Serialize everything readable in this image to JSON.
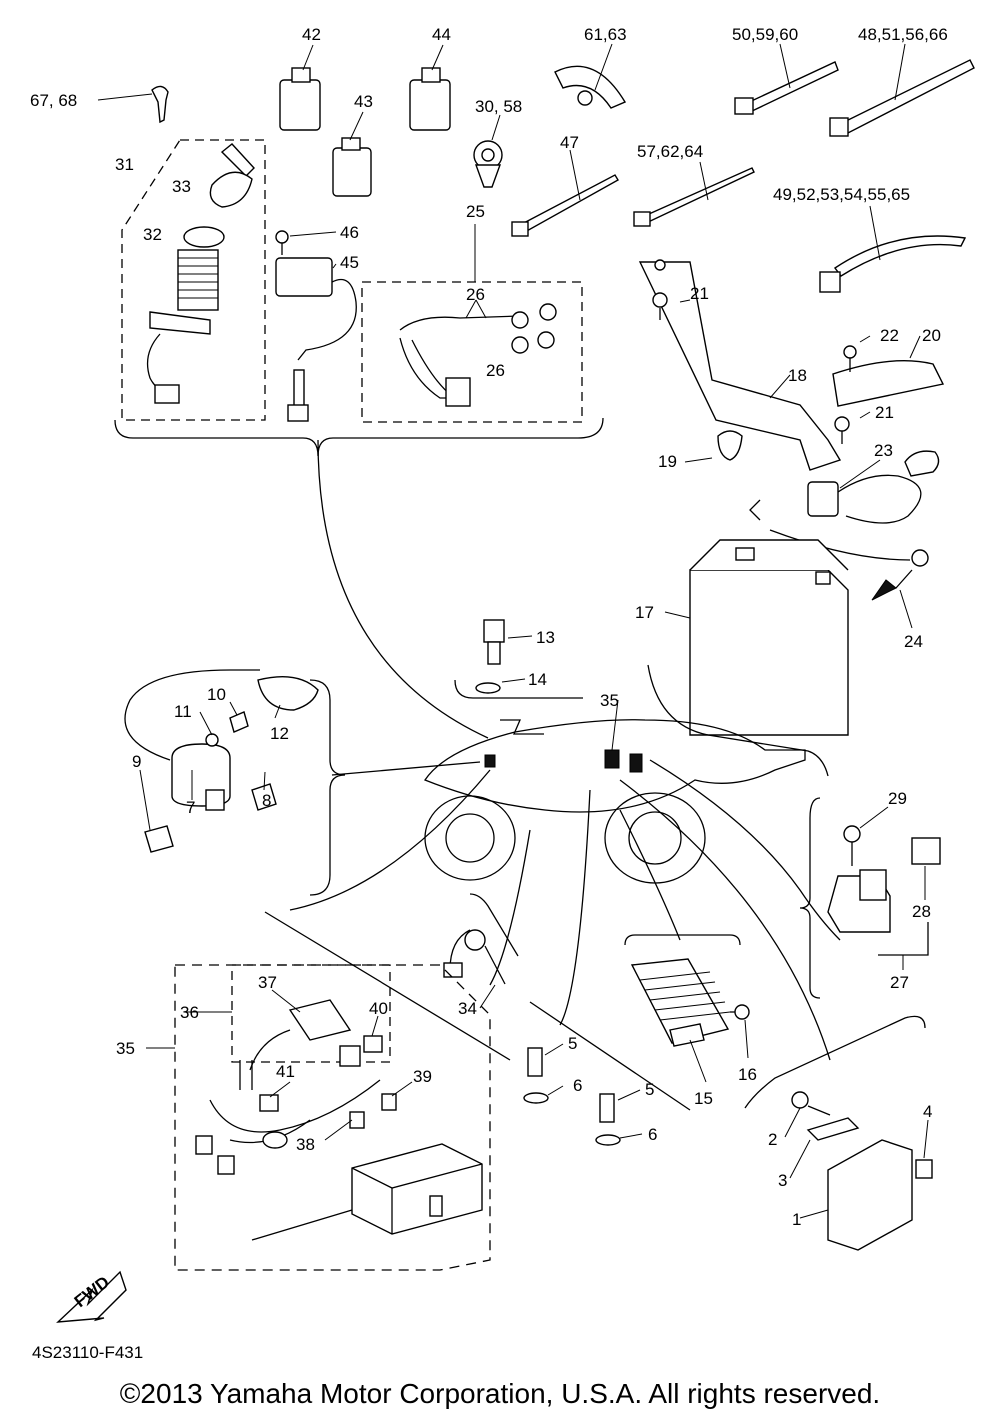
{
  "diagram": {
    "code": "4S23110-F431",
    "fwd_label": "FWD",
    "copyright": "©2013 Yamaha Motor Corporation, U.S.A. All rights reserved.",
    "callouts": {
      "c1": "1",
      "c2": "2",
      "c3": "3",
      "c4": "4",
      "c5a": "5",
      "c5b": "5",
      "c6a": "6",
      "c6b": "6",
      "c7": "7",
      "c8": "8",
      "c9": "9",
      "c10": "10",
      "c11": "11",
      "c12": "12",
      "c13": "13",
      "c14": "14",
      "c15": "15",
      "c16": "16",
      "c17": "17",
      "c18": "18",
      "c19": "19",
      "c20": "20",
      "c21a": "21",
      "c21b": "21",
      "c22": "22",
      "c23": "23",
      "c24": "24",
      "c25": "25",
      "c26a": "26",
      "c26b": "26",
      "c27": "27",
      "c28": "28",
      "c29": "29",
      "c30_58": "30, 58",
      "c31": "31",
      "c32": "32",
      "c33": "33",
      "c34": "34",
      "c35a": "35",
      "c35b": "35",
      "c36": "36",
      "c37": "37",
      "c38": "38",
      "c39": "39",
      "c40": "40",
      "c41": "41",
      "c42": "42",
      "c43": "43",
      "c44": "44",
      "c45": "45",
      "c46": "46",
      "c47": "47",
      "c48_51_56_66": "48,51,56,66",
      "c49_52_53_54_55_65": "49,52,53,54,55,65",
      "c50_59_60": "50,59,60",
      "c57_62_64": "57,62,64",
      "c61_63": "61,63",
      "c67_68": "67, 68"
    }
  }
}
